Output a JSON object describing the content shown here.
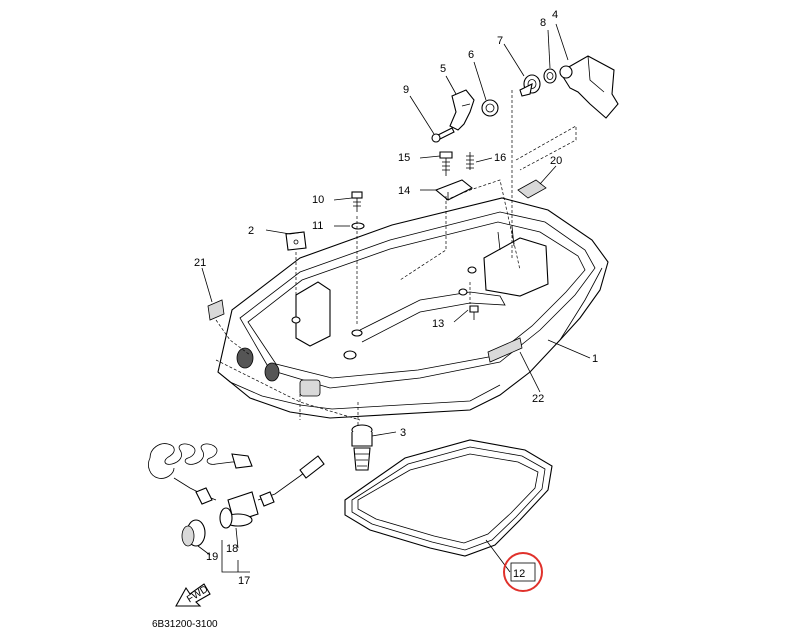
{
  "diagram": {
    "part_code": "6B31200-3100",
    "fwd_label": "FWD",
    "highlight_color": "#e0312b",
    "callouts": {
      "c1": "1",
      "c2": "2",
      "c3": "3",
      "c4": "4",
      "c5": "5",
      "c6": "6",
      "c7": "7",
      "c8": "8",
      "c9": "9",
      "c10": "10",
      "c11": "11",
      "c12": "12",
      "c13": "13",
      "c14": "14",
      "c15": "15",
      "c16": "16",
      "c17": "17",
      "c18": "18",
      "c19": "19",
      "c20": "20",
      "c21": "21",
      "c22": "22"
    }
  }
}
